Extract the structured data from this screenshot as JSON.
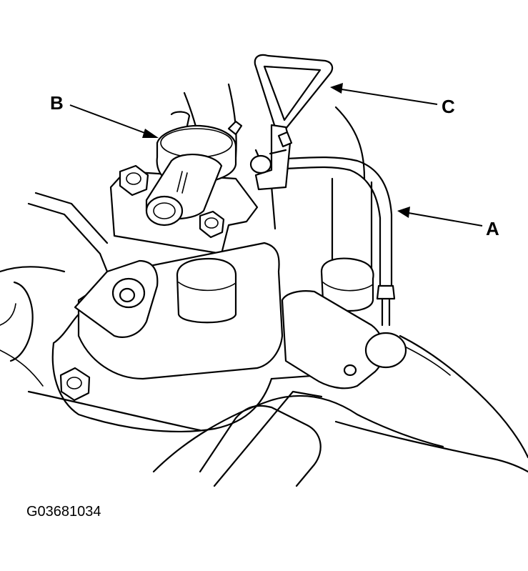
{
  "figure": {
    "code": "G03681034",
    "callouts": {
      "a": "A",
      "b": "B",
      "c": "C"
    }
  }
}
